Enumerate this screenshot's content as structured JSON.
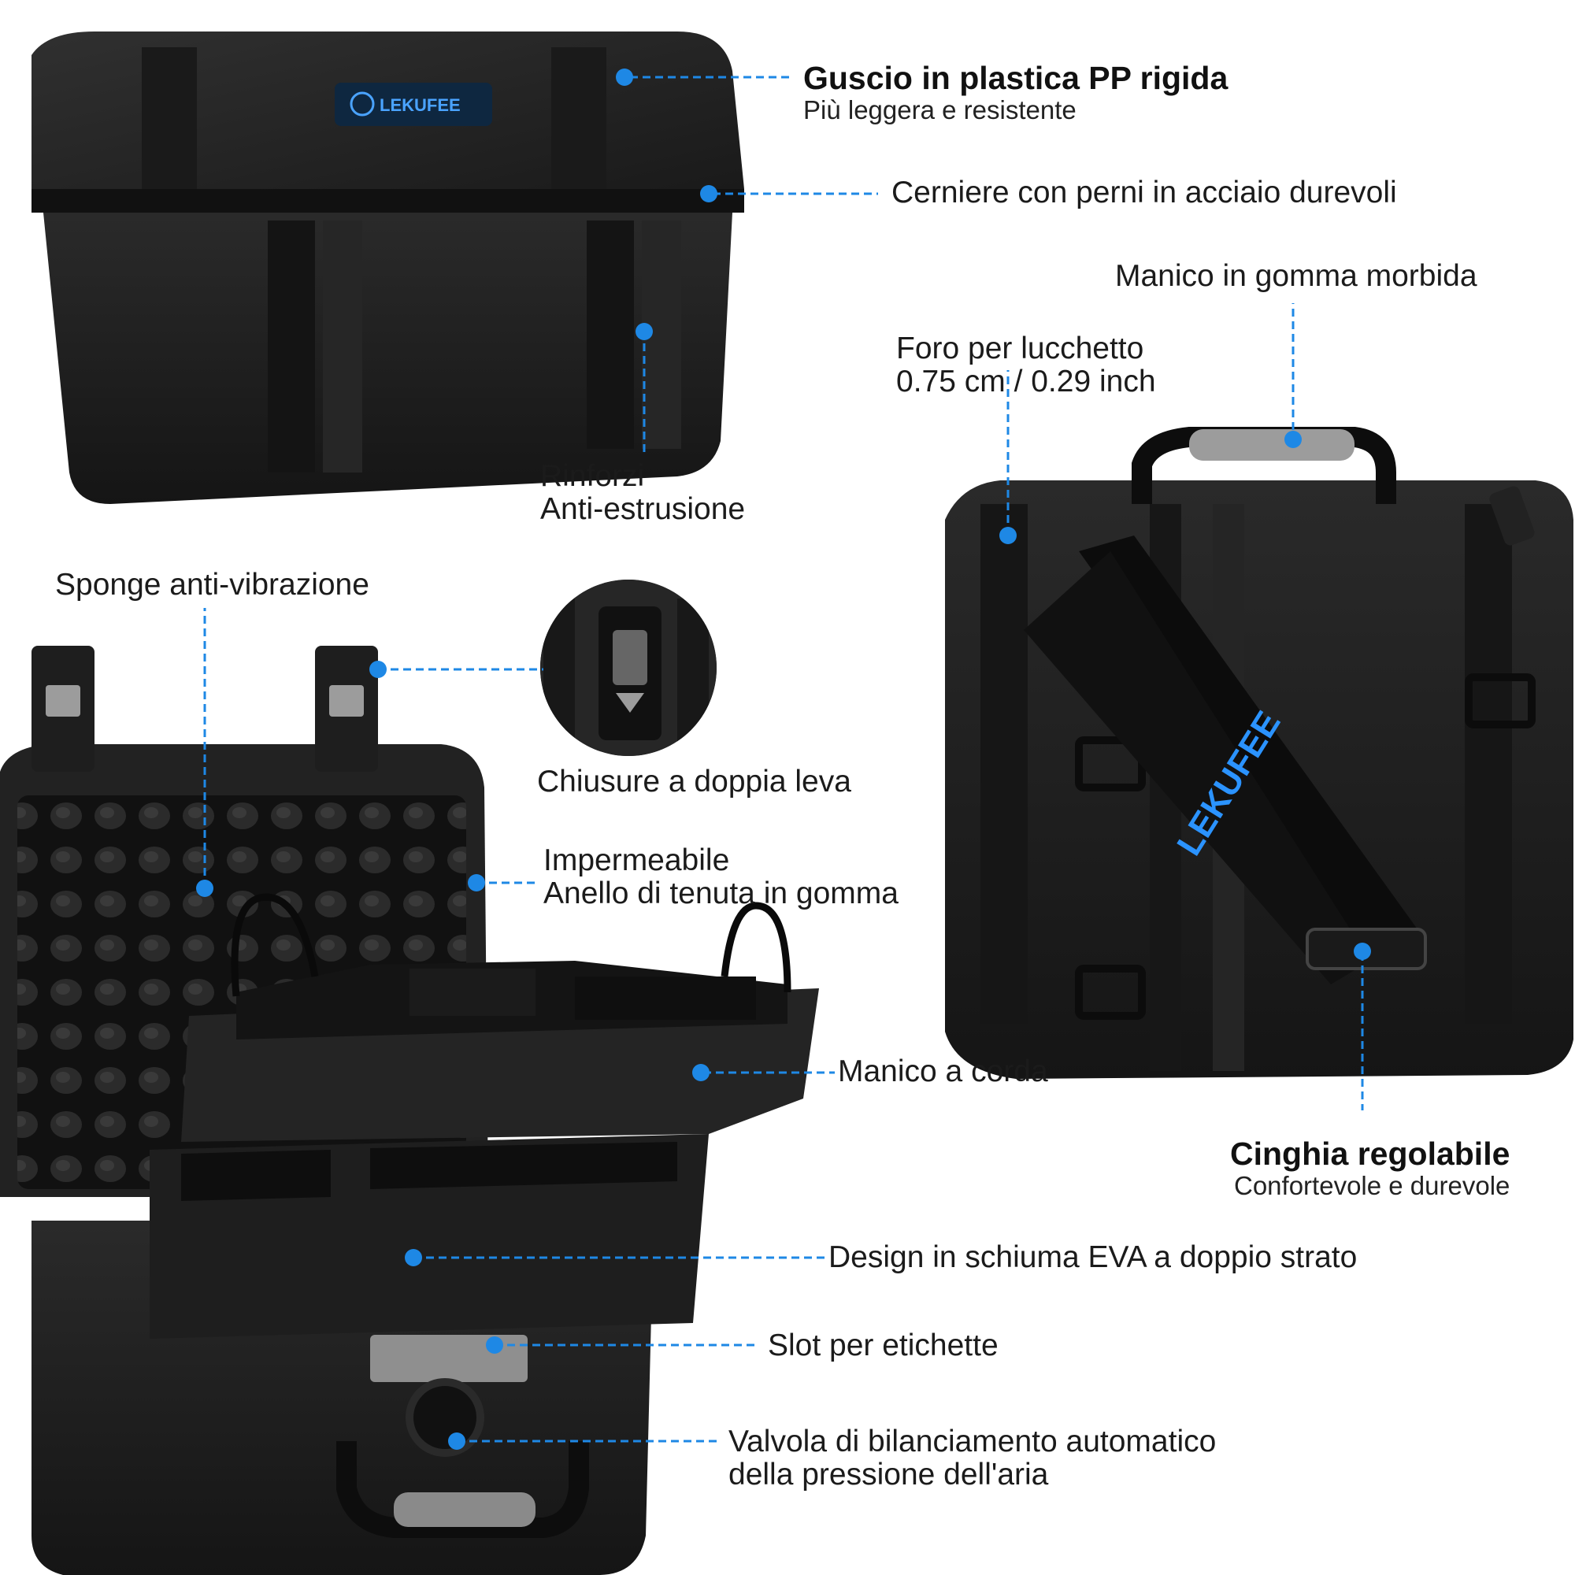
{
  "brand": {
    "logo_text": "LEKUFEE",
    "accent": "#1e90ff",
    "case_color": "#1d1d1d"
  },
  "callouts": {
    "shell": {
      "title": "Guscio in plastica PP rigida",
      "subtitle": "Più leggera e resistente"
    },
    "hinges": {
      "title": "Cerniere con perni in acciaio durevoli"
    },
    "handle": {
      "title": "Manico in gomma morbida"
    },
    "padlock": {
      "line1": "Foro per lucchetto",
      "line2": "0.75 cm / 0.29 inch"
    },
    "ribs": {
      "line1": "Rinforzi",
      "line2": "Anti-estrusione"
    },
    "sponge": {
      "title": "Sponge anti-vibrazione"
    },
    "latches": {
      "title": "Chiusure a doppia leva"
    },
    "seal": {
      "line1": "Impermeabile",
      "line2": "Anello di tenuta in gomma"
    },
    "rope": {
      "title": "Manico a corda"
    },
    "strap": {
      "title": "Cinghia regolabile",
      "subtitle": "Confortevole e durevole"
    },
    "foam": {
      "title": "Design in schiuma EVA a doppio strato"
    },
    "label_slot": {
      "title": "Slot per etichette"
    },
    "valve": {
      "line1": "Valvola di bilanciamento automatico",
      "line2": "della pressione dell'aria"
    }
  }
}
